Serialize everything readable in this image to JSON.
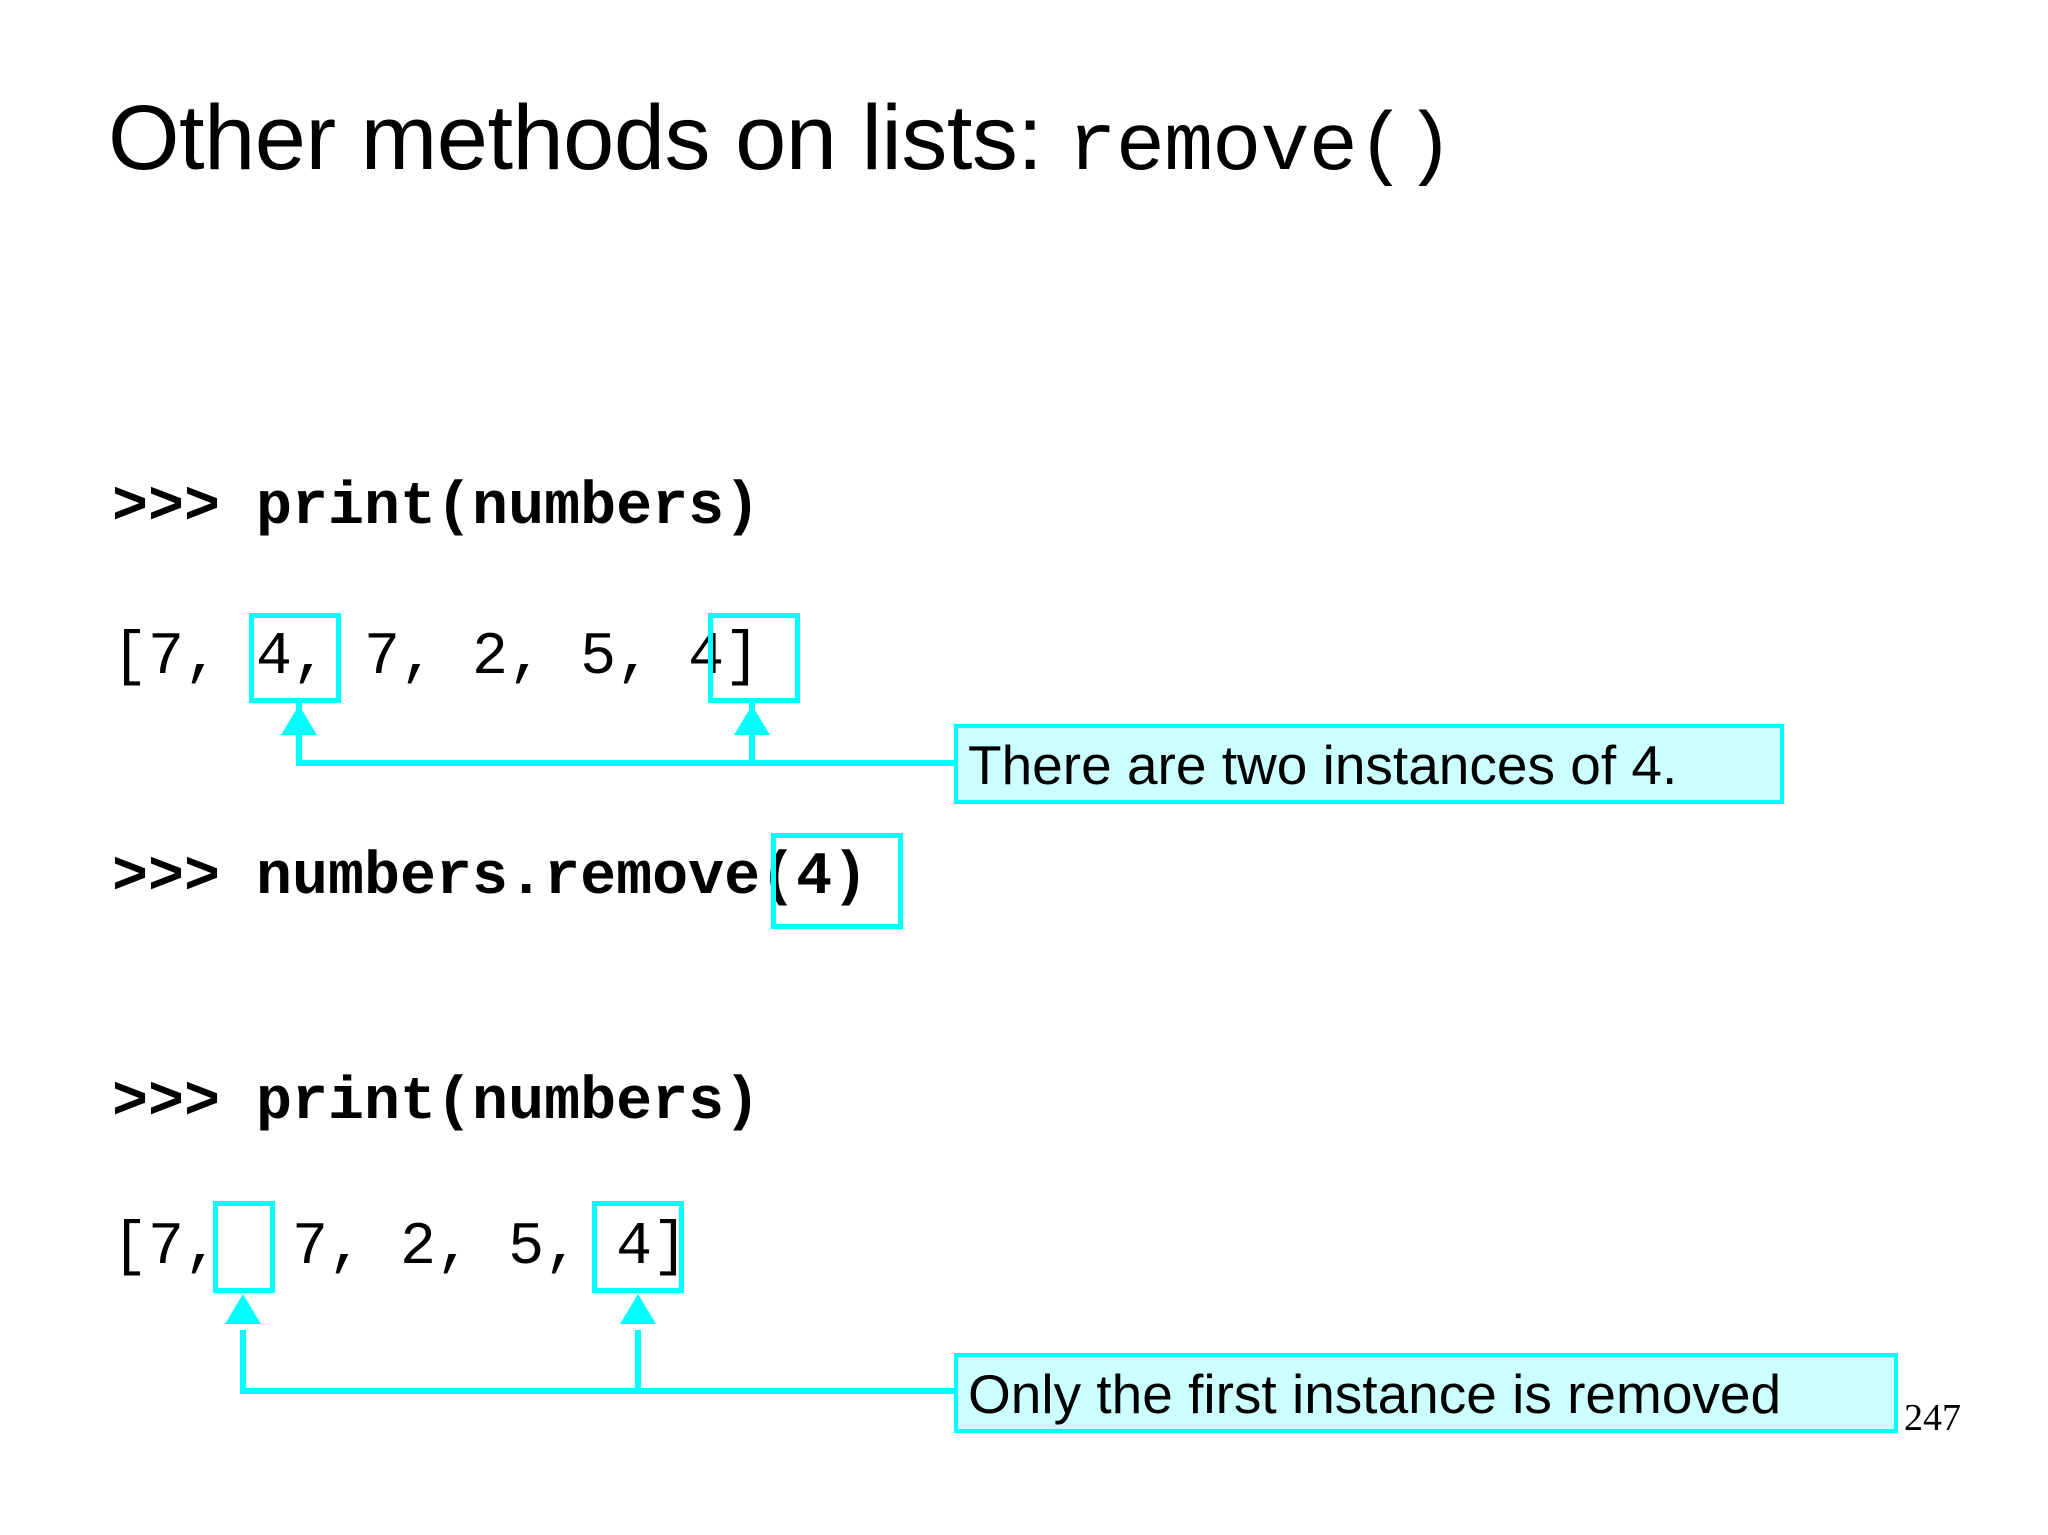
{
  "slide": {
    "page_number": "247",
    "title_text": "Other methods on lists: ",
    "title_mono": "remove()",
    "background_color": "#ffffff"
  },
  "colors": {
    "accent_border": "#00ffff",
    "callout_fill": "#ccffff",
    "text": "#000000"
  },
  "code": {
    "line_print_1": ">>> print(numbers)",
    "line_output_1": "[7, 4, 7, 2, 5, 4]",
    "line_remove": ">>> numbers.remove(4)",
    "line_print_2": ">>> print(numbers)",
    "line_output_2": "[7,  7, 2, 5, 4]"
  },
  "highlights": [
    {
      "name": "first-4-in-list",
      "value": "4,"
    },
    {
      "name": "last-4-in-list",
      "value": "4"
    },
    {
      "name": "remove-argument",
      "value": "(4)"
    },
    {
      "name": "removed-gap",
      "value": ""
    },
    {
      "name": "remaining-4",
      "value": "4"
    }
  ],
  "callouts": {
    "two_instances": "There are two instances of 4.",
    "only_first": "Only the first instance is removed"
  },
  "icons": {
    "arrow_up": "arrow-up-icon"
  }
}
